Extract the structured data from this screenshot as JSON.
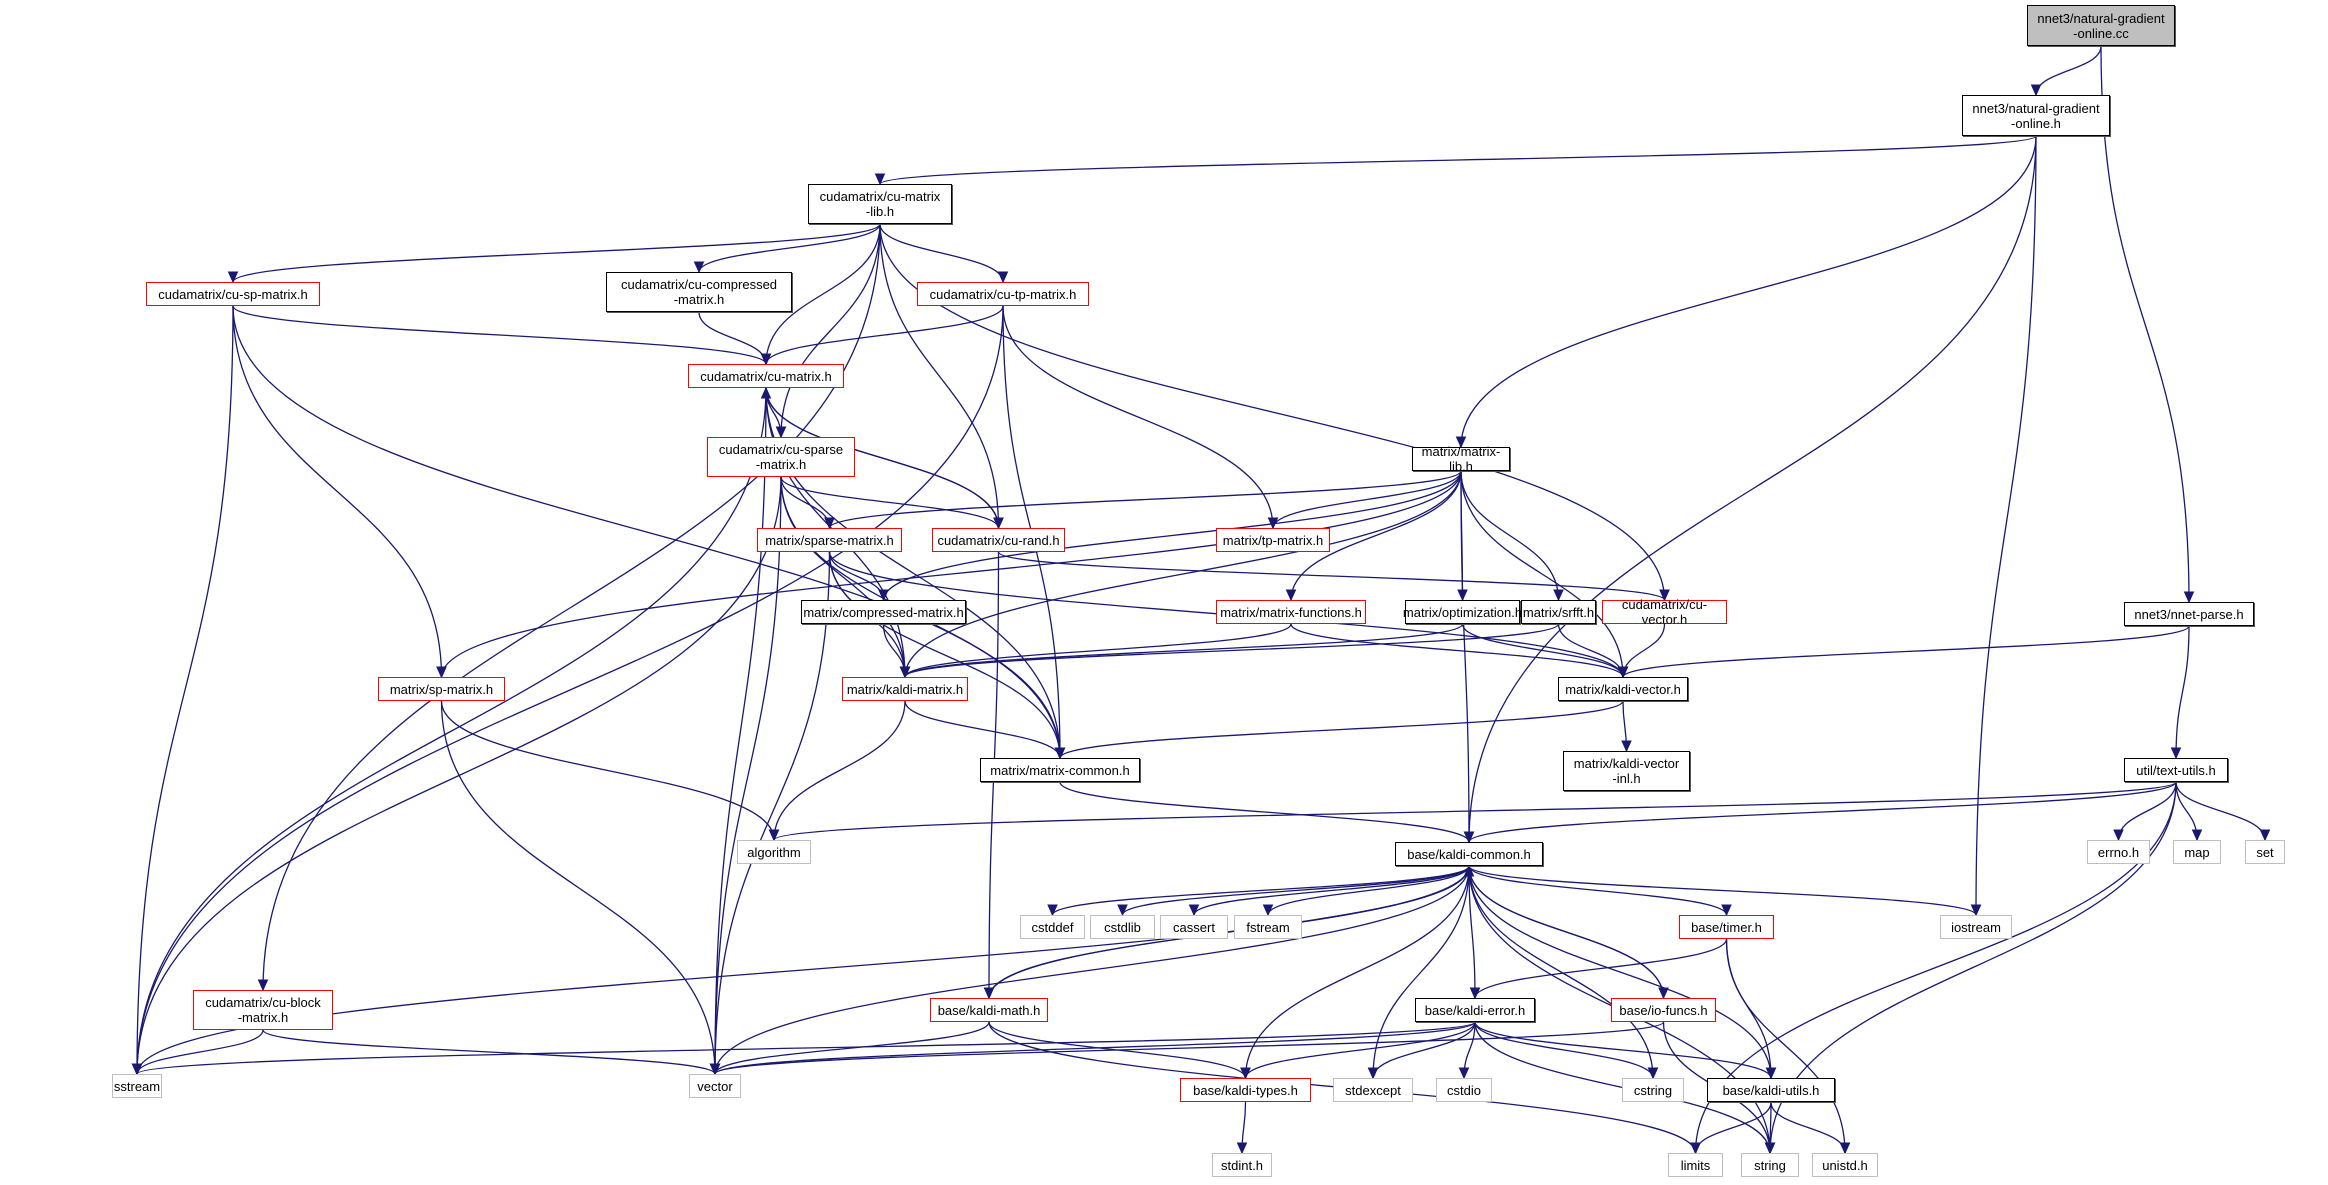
{
  "title": "Include dependency graph for nnet3/natural-gradient-online.cc",
  "colors": {
    "edge": "#191970",
    "documented_border": "#000000",
    "undocumented_border": "#ff0000",
    "system_border": "#bfbfbf",
    "root_fill": "#bfbfbf"
  },
  "nodes": [
    {
      "id": "root",
      "label": "nnet3/natural-gradient\n-online.cc",
      "kind": "root"
    },
    {
      "id": "ngo_h",
      "label": "nnet3/natural-gradient\n-online.h",
      "kind": "doc"
    },
    {
      "id": "cu_matrix_lib",
      "label": "cudamatrix/cu-matrix\n-lib.h",
      "kind": "doc"
    },
    {
      "id": "cu_sp_matrix",
      "label": "cudamatrix/cu-sp-matrix.h",
      "kind": "red"
    },
    {
      "id": "cu_compressed",
      "label": "cudamatrix/cu-compressed\n-matrix.h",
      "kind": "doc"
    },
    {
      "id": "cu_tp_matrix",
      "label": "cudamatrix/cu-tp-matrix.h",
      "kind": "red"
    },
    {
      "id": "cu_matrix",
      "label": "cudamatrix/cu-matrix.h",
      "kind": "red"
    },
    {
      "id": "cu_sparse",
      "label": "cudamatrix/cu-sparse\n-matrix.h",
      "kind": "red"
    },
    {
      "id": "matrix_lib",
      "label": "matrix/matrix-lib.h",
      "kind": "doc"
    },
    {
      "id": "sparse_matrix",
      "label": "matrix/sparse-matrix.h",
      "kind": "red"
    },
    {
      "id": "cu_rand",
      "label": "cudamatrix/cu-rand.h",
      "kind": "red"
    },
    {
      "id": "tp_matrix",
      "label": "matrix/tp-matrix.h",
      "kind": "red"
    },
    {
      "id": "compressed_matrix",
      "label": "matrix/compressed-matrix.h",
      "kind": "doc"
    },
    {
      "id": "matrix_functions",
      "label": "matrix/matrix-functions.h",
      "kind": "red"
    },
    {
      "id": "optimization",
      "label": "matrix/optimization.h",
      "kind": "doc"
    },
    {
      "id": "srfft",
      "label": "matrix/srfft.h",
      "kind": "doc"
    },
    {
      "id": "cu_vector",
      "label": "cudamatrix/cu-vector.h",
      "kind": "red"
    },
    {
      "id": "nnet_parse",
      "label": "nnet3/nnet-parse.h",
      "kind": "doc"
    },
    {
      "id": "sp_matrix",
      "label": "matrix/sp-matrix.h",
      "kind": "red"
    },
    {
      "id": "kaldi_matrix",
      "label": "matrix/kaldi-matrix.h",
      "kind": "red"
    },
    {
      "id": "kaldi_vector",
      "label": "matrix/kaldi-vector.h",
      "kind": "doc"
    },
    {
      "id": "matrix_common",
      "label": "matrix/matrix-common.h",
      "kind": "doc"
    },
    {
      "id": "kaldi_vector_inl",
      "label": "matrix/kaldi-vector\n-inl.h",
      "kind": "doc"
    },
    {
      "id": "text_utils",
      "label": "util/text-utils.h",
      "kind": "doc"
    },
    {
      "id": "algorithm",
      "label": "algorithm",
      "kind": "sys"
    },
    {
      "id": "kaldi_common",
      "label": "base/kaldi-common.h",
      "kind": "doc"
    },
    {
      "id": "errno_h",
      "label": "errno.h",
      "kind": "sys"
    },
    {
      "id": "map",
      "label": "map",
      "kind": "sys"
    },
    {
      "id": "set",
      "label": "set",
      "kind": "sys"
    },
    {
      "id": "cstddef",
      "label": "cstddef",
      "kind": "sys"
    },
    {
      "id": "cstdlib",
      "label": "cstdlib",
      "kind": "sys"
    },
    {
      "id": "cassert",
      "label": "cassert",
      "kind": "sys"
    },
    {
      "id": "fstream",
      "label": "fstream",
      "kind": "sys"
    },
    {
      "id": "timer",
      "label": "base/timer.h",
      "kind": "red"
    },
    {
      "id": "iostream",
      "label": "iostream",
      "kind": "sys"
    },
    {
      "id": "cu_block_matrix",
      "label": "cudamatrix/cu-block\n-matrix.h",
      "kind": "red"
    },
    {
      "id": "kaldi_math",
      "label": "base/kaldi-math.h",
      "kind": "red"
    },
    {
      "id": "kaldi_error",
      "label": "base/kaldi-error.h",
      "kind": "doc"
    },
    {
      "id": "io_funcs",
      "label": "base/io-funcs.h",
      "kind": "red"
    },
    {
      "id": "sstream",
      "label": "sstream",
      "kind": "sys"
    },
    {
      "id": "vector",
      "label": "vector",
      "kind": "sys"
    },
    {
      "id": "kaldi_types",
      "label": "base/kaldi-types.h",
      "kind": "red"
    },
    {
      "id": "stdexcept",
      "label": "stdexcept",
      "kind": "sys"
    },
    {
      "id": "cstdio",
      "label": "cstdio",
      "kind": "sys"
    },
    {
      "id": "cstring",
      "label": "cstring",
      "kind": "sys"
    },
    {
      "id": "kaldi_utils",
      "label": "base/kaldi-utils.h",
      "kind": "doc"
    },
    {
      "id": "stdint_h",
      "label": "stdint.h",
      "kind": "sys"
    },
    {
      "id": "limits",
      "label": "limits",
      "kind": "sys"
    },
    {
      "id": "string",
      "label": "string",
      "kind": "sys"
    },
    {
      "id": "unistd_h",
      "label": "unistd.h",
      "kind": "sys"
    }
  ],
  "edges": [
    [
      "root",
      "ngo_h"
    ],
    [
      "root",
      "nnet_parse"
    ],
    [
      "ngo_h",
      "cu_matrix_lib"
    ],
    [
      "ngo_h",
      "matrix_lib"
    ],
    [
      "ngo_h",
      "kaldi_common"
    ],
    [
      "ngo_h",
      "iostream"
    ],
    [
      "cu_matrix_lib",
      "cu_sp_matrix"
    ],
    [
      "cu_matrix_lib",
      "cu_compressed"
    ],
    [
      "cu_matrix_lib",
      "cu_tp_matrix"
    ],
    [
      "cu_matrix_lib",
      "cu_matrix"
    ],
    [
      "cu_matrix_lib",
      "cu_sparse"
    ],
    [
      "cu_matrix_lib",
      "cu_rand"
    ],
    [
      "cu_matrix_lib",
      "cu_vector"
    ],
    [
      "cu_matrix_lib",
      "cu_block_matrix"
    ],
    [
      "cu_sp_matrix",
      "cu_matrix"
    ],
    [
      "cu_sp_matrix",
      "sp_matrix"
    ],
    [
      "cu_sp_matrix",
      "matrix_common"
    ],
    [
      "cu_sp_matrix",
      "sstream"
    ],
    [
      "cu_compressed",
      "cu_matrix"
    ],
    [
      "cu_tp_matrix",
      "cu_matrix"
    ],
    [
      "cu_tp_matrix",
      "tp_matrix"
    ],
    [
      "cu_tp_matrix",
      "matrix_common"
    ],
    [
      "cu_tp_matrix",
      "sstream"
    ],
    [
      "cu_matrix",
      "cu_sparse"
    ],
    [
      "cu_matrix",
      "cu_rand"
    ],
    [
      "cu_matrix",
      "kaldi_matrix"
    ],
    [
      "cu_matrix",
      "matrix_common"
    ],
    [
      "cu_matrix",
      "sstream"
    ],
    [
      "cu_matrix",
      "vector"
    ],
    [
      "cu_sparse",
      "sparse_matrix"
    ],
    [
      "cu_sparse",
      "cu_rand"
    ],
    [
      "cu_sparse",
      "kaldi_matrix"
    ],
    [
      "cu_sparse",
      "matrix_common"
    ],
    [
      "cu_sparse",
      "sstream"
    ],
    [
      "cu_sparse",
      "vector"
    ],
    [
      "cu_rand",
      "cu_matrix"
    ],
    [
      "cu_rand",
      "kaldi_math"
    ],
    [
      "cu_rand",
      "cu_vector"
    ],
    [
      "matrix_lib",
      "sparse_matrix"
    ],
    [
      "matrix_lib",
      "tp_matrix"
    ],
    [
      "matrix_lib",
      "compressed_matrix"
    ],
    [
      "matrix_lib",
      "matrix_functions"
    ],
    [
      "matrix_lib",
      "optimization"
    ],
    [
      "matrix_lib",
      "srfft"
    ],
    [
      "matrix_lib",
      "sp_matrix"
    ],
    [
      "matrix_lib",
      "kaldi_matrix"
    ],
    [
      "matrix_lib",
      "kaldi_vector"
    ],
    [
      "matrix_lib",
      "kaldi_common"
    ],
    [
      "sparse_matrix",
      "compressed_matrix"
    ],
    [
      "sparse_matrix",
      "kaldi_matrix"
    ],
    [
      "sparse_matrix",
      "kaldi_vector"
    ],
    [
      "sparse_matrix",
      "matrix_common"
    ],
    [
      "sparse_matrix",
      "vector"
    ],
    [
      "compressed_matrix",
      "kaldi_matrix"
    ],
    [
      "matrix_functions",
      "kaldi_matrix"
    ],
    [
      "matrix_functions",
      "kaldi_vector"
    ],
    [
      "optimization",
      "kaldi_matrix"
    ],
    [
      "optimization",
      "kaldi_vector"
    ],
    [
      "srfft",
      "kaldi_matrix"
    ],
    [
      "srfft",
      "kaldi_vector"
    ],
    [
      "cu_vector",
      "kaldi_vector"
    ],
    [
      "nnet_parse",
      "kaldi_vector"
    ],
    [
      "nnet_parse",
      "text_utils"
    ],
    [
      "sp_matrix",
      "algorithm"
    ],
    [
      "sp_matrix",
      "vector"
    ],
    [
      "kaldi_matrix",
      "matrix_common"
    ],
    [
      "kaldi_matrix",
      "algorithm"
    ],
    [
      "kaldi_vector",
      "matrix_common"
    ],
    [
      "kaldi_vector",
      "kaldi_vector_inl"
    ],
    [
      "matrix_common",
      "kaldi_common"
    ],
    [
      "text_utils",
      "algorithm"
    ],
    [
      "text_utils",
      "kaldi_common"
    ],
    [
      "text_utils",
      "errno_h"
    ],
    [
      "text_utils",
      "map"
    ],
    [
      "text_utils",
      "set"
    ],
    [
      "text_utils",
      "limits"
    ],
    [
      "text_utils",
      "string"
    ],
    [
      "kaldi_common",
      "cstddef"
    ],
    [
      "kaldi_common",
      "cstdlib"
    ],
    [
      "kaldi_common",
      "cassert"
    ],
    [
      "kaldi_common",
      "fstream"
    ],
    [
      "kaldi_common",
      "timer"
    ],
    [
      "kaldi_common",
      "iostream"
    ],
    [
      "kaldi_common",
      "kaldi_math"
    ],
    [
      "kaldi_common",
      "kaldi_error"
    ],
    [
      "kaldi_common",
      "io_funcs"
    ],
    [
      "kaldi_common",
      "sstream"
    ],
    [
      "kaldi_common",
      "vector"
    ],
    [
      "kaldi_common",
      "kaldi_types"
    ],
    [
      "kaldi_common",
      "stdexcept"
    ],
    [
      "kaldi_common",
      "cstring"
    ],
    [
      "kaldi_common",
      "kaldi_utils"
    ],
    [
      "kaldi_common",
      "string"
    ],
    [
      "timer",
      "kaldi_error"
    ],
    [
      "timer",
      "kaldi_utils"
    ],
    [
      "timer",
      "unistd_h"
    ],
    [
      "kaldi_math",
      "kaldi_common"
    ],
    [
      "kaldi_math",
      "kaldi_types"
    ],
    [
      "kaldi_math",
      "vector"
    ],
    [
      "kaldi_math",
      "limits"
    ],
    [
      "io_funcs",
      "kaldi_common"
    ],
    [
      "io_funcs",
      "vector"
    ],
    [
      "io_funcs",
      "string"
    ],
    [
      "kaldi_error",
      "kaldi_types"
    ],
    [
      "kaldi_error",
      "stdexcept"
    ],
    [
      "kaldi_error",
      "cstdio"
    ],
    [
      "kaldi_error",
      "cstring"
    ],
    [
      "kaldi_error",
      "kaldi_utils"
    ],
    [
      "kaldi_error",
      "sstream"
    ],
    [
      "kaldi_error",
      "vector"
    ],
    [
      "kaldi_error",
      "string"
    ],
    [
      "cu_block_matrix",
      "sstream"
    ],
    [
      "cu_block_matrix",
      "vector"
    ],
    [
      "kaldi_types",
      "stdint_h"
    ],
    [
      "kaldi_utils",
      "limits"
    ],
    [
      "kaldi_utils",
      "string"
    ],
    [
      "kaldi_utils",
      "unistd_h"
    ]
  ]
}
